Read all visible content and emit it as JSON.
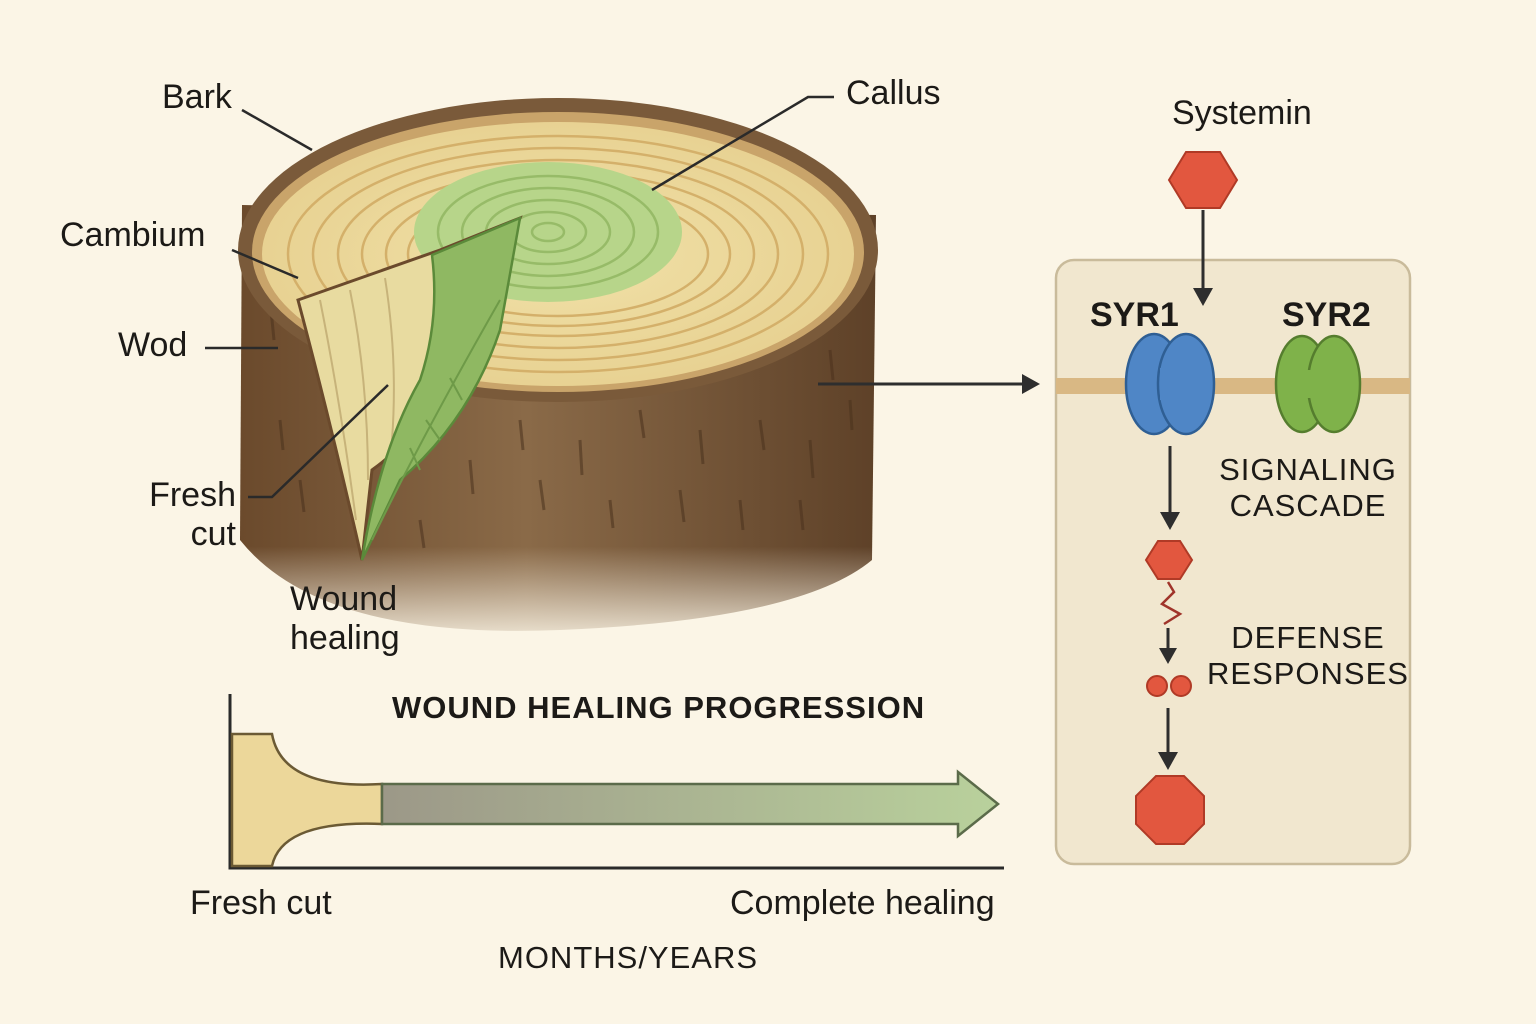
{
  "stump": {
    "labels": {
      "bark": "Bark",
      "cambium": "Cambium",
      "wood": "Wod",
      "fresh_cut": "Fresh\ncut",
      "wound_healing": "Wound\nhealing",
      "callus": "Callus"
    }
  },
  "pathway": {
    "signal": "Systemin",
    "receptor_1": "SYR1",
    "receptor_2": "SYR2",
    "cascade_label": "SIGNALING\nCASCADE",
    "response_label": "DEFENSE\nRESPONSES"
  },
  "timeline": {
    "title": "WOUND HEALING PROGRESSION",
    "start_label": "Fresh cut",
    "end_label": "Complete healing",
    "axis_label": "MONTHS/YEARS"
  },
  "colors": {
    "background": "#fbf5e6",
    "bark": "#7a5a3a",
    "wood": "#ecd79a",
    "callus": "#b7d58a",
    "panel": "#f1e7cf",
    "membrane": "#d9b884",
    "receptor_1": "#4f86c6",
    "receptor_2": "#7fb24a",
    "signal": "#e2573f",
    "arrow": "#2e2e2e"
  }
}
